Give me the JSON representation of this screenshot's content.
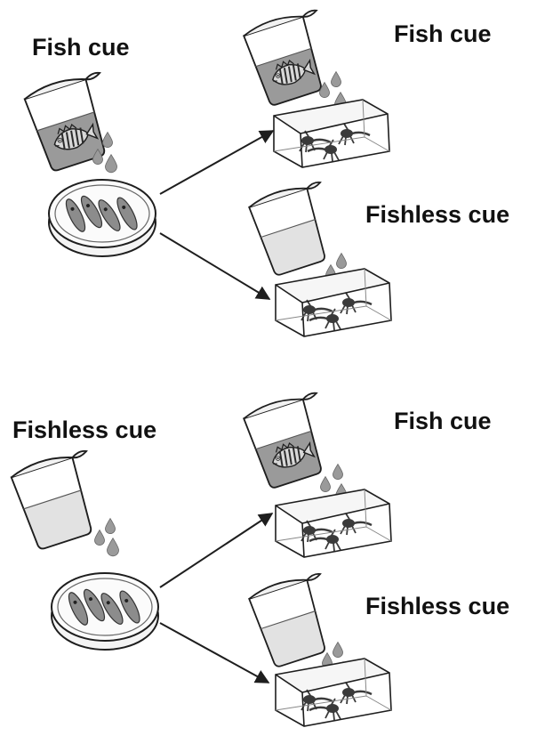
{
  "labels": {
    "top_source": "Fish cue",
    "top_target_1": "Fish cue",
    "top_target_2": "Fishless cue",
    "bottom_source": "Fishless cue",
    "bottom_target_1": "Fish cue",
    "bottom_target_2": "Fishless cue"
  },
  "colors": {
    "fish_water": "#9a9a9a",
    "clear_water": "#e2e2e2",
    "drop": "#9a9a9a",
    "egg": "#8c8c8c",
    "outline": "#1e1e1e"
  },
  "icons": {
    "beaker": "beaker-icon",
    "fish": "fish-icon",
    "dish": "petri-dish-icon",
    "tank": "tank-icon",
    "tadpole": "tadpole-icon",
    "arrow": "arrow-icon"
  }
}
